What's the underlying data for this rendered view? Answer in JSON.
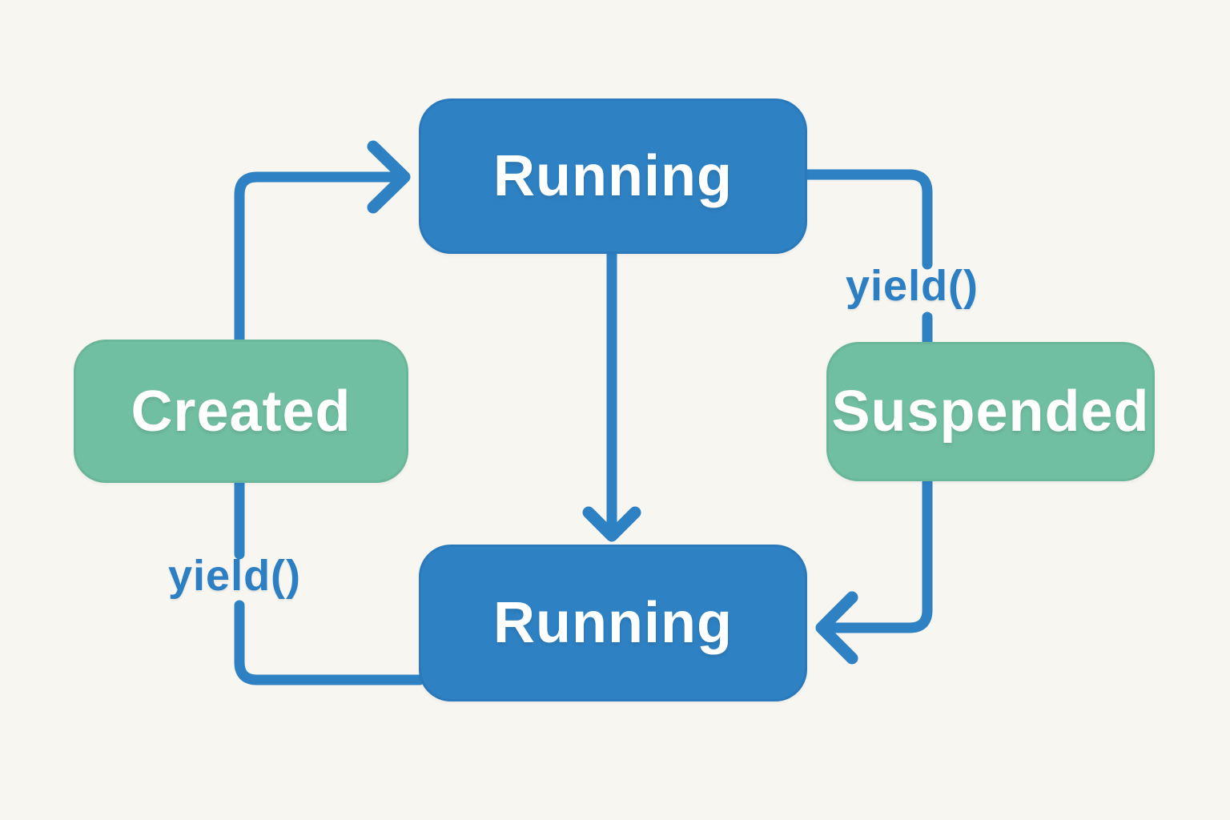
{
  "nodes": {
    "running_top": {
      "label": "Running"
    },
    "created": {
      "label": "Created"
    },
    "suspended": {
      "label": "Suspended"
    },
    "running_bottom": {
      "label": "Running"
    }
  },
  "edge_labels": {
    "right_yield": "yield()",
    "left_yield": "yield()"
  },
  "colors": {
    "background": "#f8f6f1",
    "node_active_fill": "#2e82c4",
    "node_idle_fill": "#71bfa2",
    "node_text": "#ffffff",
    "edge_stroke": "#2e82c4",
    "edge_label_text": "#2c7fc2"
  }
}
